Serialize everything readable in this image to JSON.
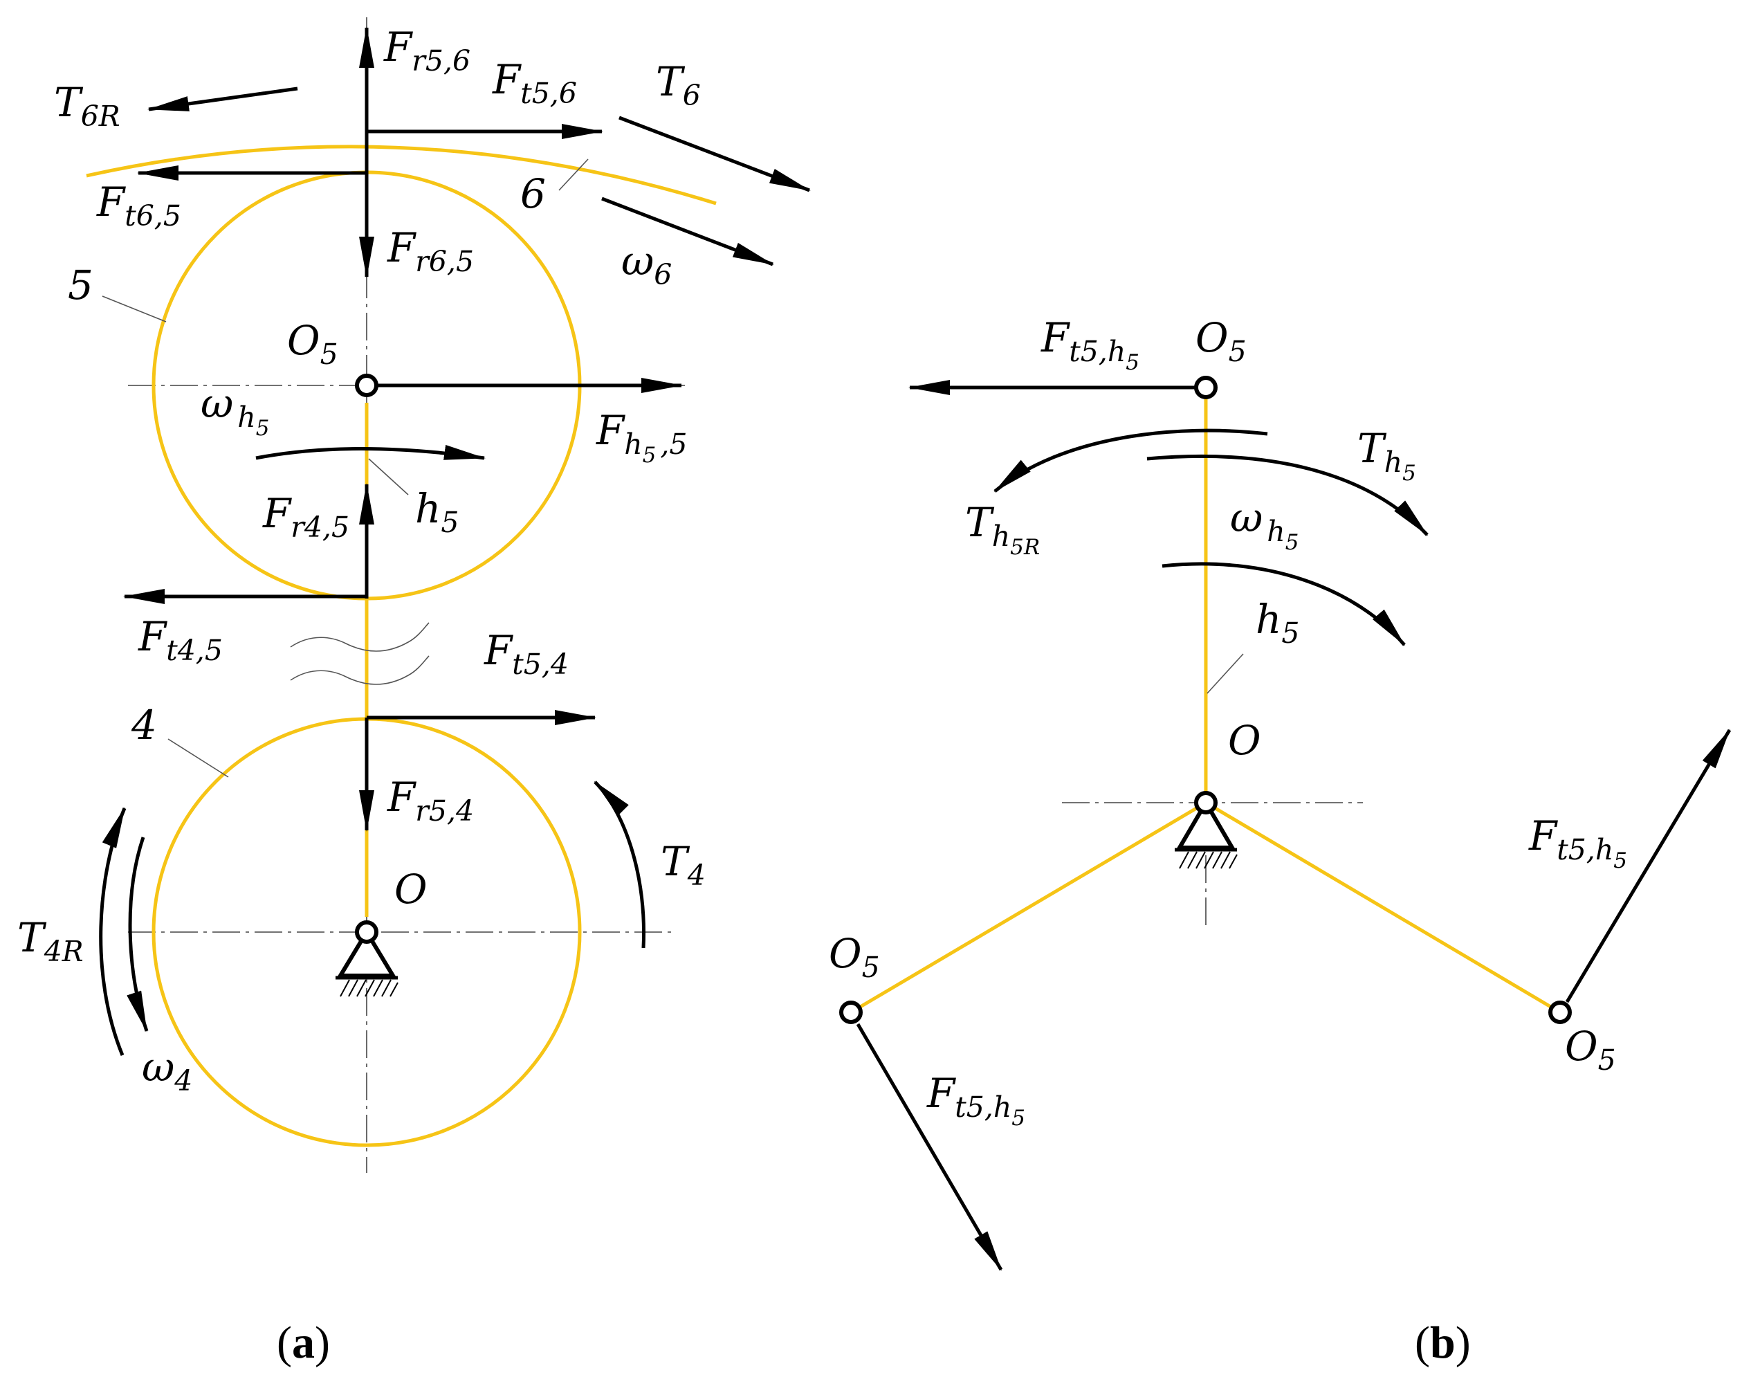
{
  "labels": {
    "a": {
      "T6R": {
        "base": "T",
        "sub": "6R"
      },
      "Fr56": {
        "base": "F",
        "sub": "r5,6"
      },
      "Ft56": {
        "base": "F",
        "sub": "t5,6"
      },
      "T6": {
        "base": "T",
        "sub": "6"
      },
      "Ft65": {
        "base": "F",
        "sub": "t6,5"
      },
      "gear6": "6",
      "Fr65": {
        "base": "F",
        "sub": "r6,5"
      },
      "omega6": {
        "base": "ω",
        "sub": "6"
      },
      "gear5": "5",
      "O5": {
        "base": "O",
        "sub": "5"
      },
      "omegah5": {
        "base": "ω",
        "sub": "h",
        "sub2": "5"
      },
      "Fh55": {
        "base": "F",
        "sub": "h",
        "sub2": "5",
        "sub3": ",5"
      },
      "h5": {
        "base": "h",
        "sub": "5"
      },
      "Fr45": {
        "base": "F",
        "sub": "r4,5"
      },
      "Ft45": {
        "base": "F",
        "sub": "t4,5"
      },
      "Ft54": {
        "base": "F",
        "sub": "t5,4"
      },
      "gear4": "4",
      "Fr54": {
        "base": "F",
        "sub": "r5,4"
      },
      "O": "O",
      "T4": {
        "base": "T",
        "sub": "4"
      },
      "T4R": {
        "base": "T",
        "sub": "4R"
      },
      "omega4": {
        "base": "ω",
        "sub": "4"
      }
    },
    "b": {
      "Ft5h5_top": {
        "base": "F",
        "sub": "t5,h",
        "sub2": "5"
      },
      "O5_top": {
        "base": "O",
        "sub": "5"
      },
      "Th5": {
        "base": "T",
        "sub": "h",
        "sub2": "5"
      },
      "Th5R": {
        "base": "T",
        "sub": "h",
        "sub2": "5R"
      },
      "omegah5": {
        "base": "ω",
        "sub": "h",
        "sub2": "5"
      },
      "h5": {
        "base": "h",
        "sub": "5"
      },
      "O": "O",
      "O5_left": {
        "base": "O",
        "sub": "5"
      },
      "Ft5h5_left": {
        "base": "F",
        "sub": "t5,h",
        "sub2": "5"
      },
      "Ft5h5_right": {
        "base": "F",
        "sub": "t5,h",
        "sub2": "5"
      },
      "O5_right": {
        "base": "O",
        "sub": "5"
      }
    }
  },
  "captions": {
    "a": {
      "open": "(",
      "letter": "a",
      "close": ")"
    },
    "b": {
      "open": "(",
      "letter": "b",
      "close": ")"
    }
  },
  "colors": {
    "gear": "#F6C416",
    "force": "#000000",
    "background": "#ffffff"
  }
}
